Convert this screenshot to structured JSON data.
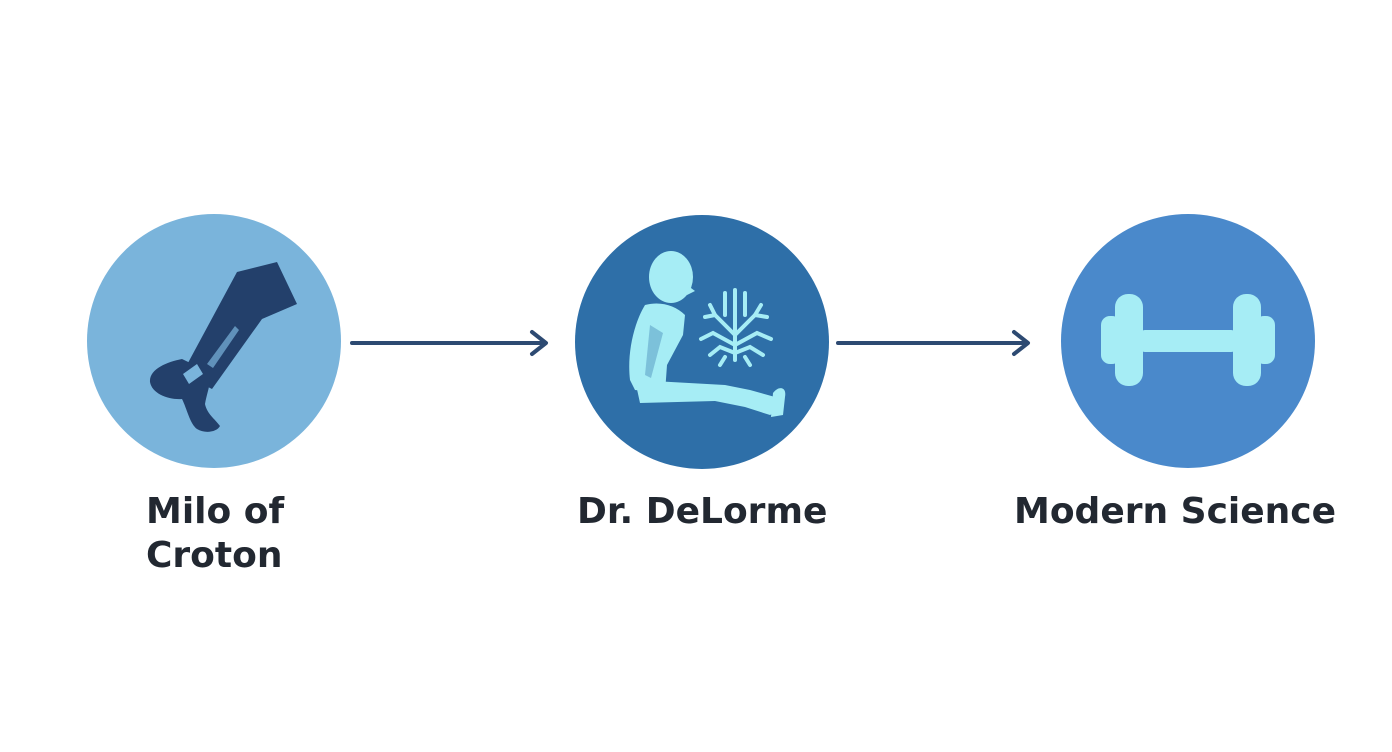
{
  "steps": [
    {
      "label_line1": "Milo of",
      "label_line2": "Croton",
      "icon": "leg-icon",
      "circle_color": "#7ab4db"
    },
    {
      "label": "Dr. DeLorme",
      "icon": "seated-person-nerves-icon",
      "circle_color": "#2e6fa8"
    },
    {
      "label": "Modern Science",
      "icon": "dumbbell-icon",
      "circle_color": "#4a89cb"
    }
  ],
  "colors": {
    "arrow": "#2d4a72",
    "icon_dark": "#23406b",
    "icon_light": "#a6edf5",
    "text": "#222831"
  }
}
